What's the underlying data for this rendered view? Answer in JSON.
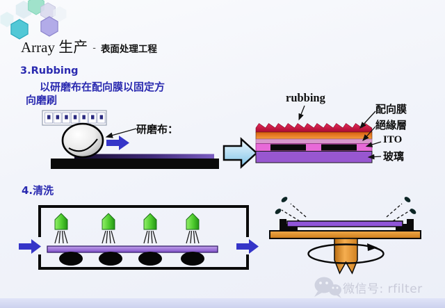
{
  "slide": {
    "title": "Array 生产",
    "title_separator": "-",
    "subtitle": "表面处理工程",
    "rubbing_section": {
      "heading": "3.Rubbing",
      "description_line1": "以研磨布在配向膜以固定方",
      "description_line2": "向磨刷",
      "roller_label": "研磨布：",
      "diagram_label": "rubbing",
      "layer_labels": {
        "alignment_film": "配向膜",
        "insulation_layer": "絕緣層",
        "ito": "ITO",
        "glass": "玻璃"
      }
    },
    "cleaning_section": {
      "heading": "4.清洗"
    },
    "watermark": {
      "text": "微信号: rfilter"
    },
    "icons": [
      "hexagon-decoration",
      "wechat-icon",
      "arrow-right-icon",
      "spray-nozzle-icon",
      "rotation-arrow-icon",
      "droplet-icon"
    ],
    "colors": {
      "heading_blue": "#2a2ab0",
      "arrow_blue": "#3535c8",
      "big_arrow_fill": "#9fd2ef",
      "film_red": "#cc1545",
      "film_orange": "#e8761c",
      "insulation_pink": "#d898cc",
      "ito_magenta": "#e86ad8",
      "glass_purple": "#9857d0",
      "nozzle_green": "#4ecb2e",
      "platform_orange": "#e2922c",
      "substrate_purple": "#9055d8",
      "watermark_gray": "#c8cad8"
    }
  }
}
